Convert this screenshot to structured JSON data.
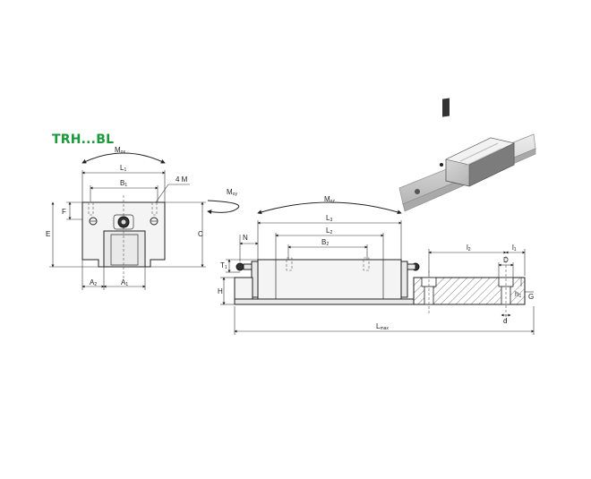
{
  "title": "TRH...BL",
  "labels": {
    "mox": "M",
    "mox_sub": "ox",
    "moy": "M",
    "moy_sub": "oy",
    "moz": "M",
    "moz_sub": "oz",
    "l1": "L",
    "l1_sub": "1",
    "b1": "B",
    "b1_sub": "1",
    "four_m": "4 M",
    "f": "F",
    "e": "E",
    "c": "C",
    "a2": "A",
    "a2_sub": "2",
    "a1": "A",
    "a1_sub": "1",
    "l3": "L",
    "l3_sub": "3",
    "l2": "L",
    "l2_sub": "2",
    "b2": "B",
    "b2_sub": "2",
    "n": "N",
    "t1": "T",
    "t1_sub": "1",
    "h": "H",
    "lmax": "L",
    "lmax_sub": "max",
    "i2": "l",
    "i2_sub": "2",
    "i1": "l",
    "i1_sub": "1",
    "d": "D",
    "d_small": "d",
    "g": "G",
    "h1": "h",
    "h1_sub": "1"
  },
  "colors": {
    "title": "#1a9a3a",
    "line": "#222222",
    "hatch": "#444444"
  }
}
